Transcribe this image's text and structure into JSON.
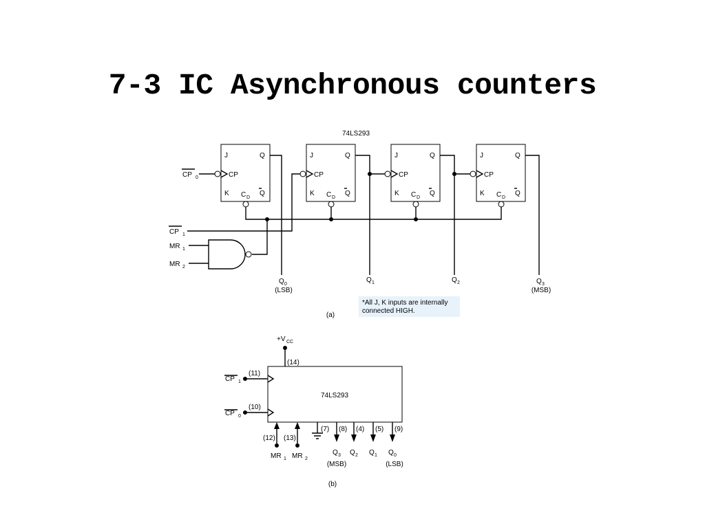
{
  "slide": {
    "title": "7-3 IC Asynchronous counters"
  },
  "diagram_a": {
    "chip_label": "74LS293",
    "ff_pins": {
      "j": "J",
      "k": "K",
      "q": "Q",
      "qbar": "Q",
      "cp": "CP",
      "cd": "C",
      "cd_sub": "D"
    },
    "inputs": {
      "cp0": "CP",
      "cp0_sub": "0",
      "cp1": "CP",
      "cp1_sub": "1",
      "mr1": "MR",
      "mr1_sub": "1",
      "mr2": "MR",
      "mr2_sub": "2"
    },
    "outputs": [
      {
        "name": "Q",
        "sub": "0",
        "note": "(LSB)"
      },
      {
        "name": "Q",
        "sub": "1",
        "note": ""
      },
      {
        "name": "Q",
        "sub": "2",
        "note": ""
      },
      {
        "name": "Q",
        "sub": "3",
        "note": "(MSB)"
      }
    ],
    "note_line1": "*All J, K inputs are internally",
    "note_line2": "connected HIGH.",
    "caption": "(a)",
    "note_bg": "#e8f2fa"
  },
  "diagram_b": {
    "chip_label": "74LS293",
    "vcc": "+V",
    "vcc_sub": "CC",
    "pin_vcc": "(14)",
    "cp1": "CP",
    "cp1_sub": "1",
    "pin_cp1": "(11)",
    "cp0": "CP",
    "cp0_sub": "0",
    "pin_cp0": "(10)",
    "gnd_pin": "(7)",
    "mr1": "MR",
    "mr1_sub": "1",
    "pin_mr1": "(12)",
    "mr2": "MR",
    "mr2_sub": "2",
    "pin_mr2": "(13)",
    "out_pins": [
      "(8)",
      "(4)",
      "(5)",
      "(9)"
    ],
    "outputs": [
      {
        "name": "Q",
        "sub": "3"
      },
      {
        "name": "Q",
        "sub": "2"
      },
      {
        "name": "Q",
        "sub": "1"
      },
      {
        "name": "Q",
        "sub": "0"
      }
    ],
    "msb": "(MSB)",
    "lsb": "(LSB)",
    "caption": "(b)"
  }
}
